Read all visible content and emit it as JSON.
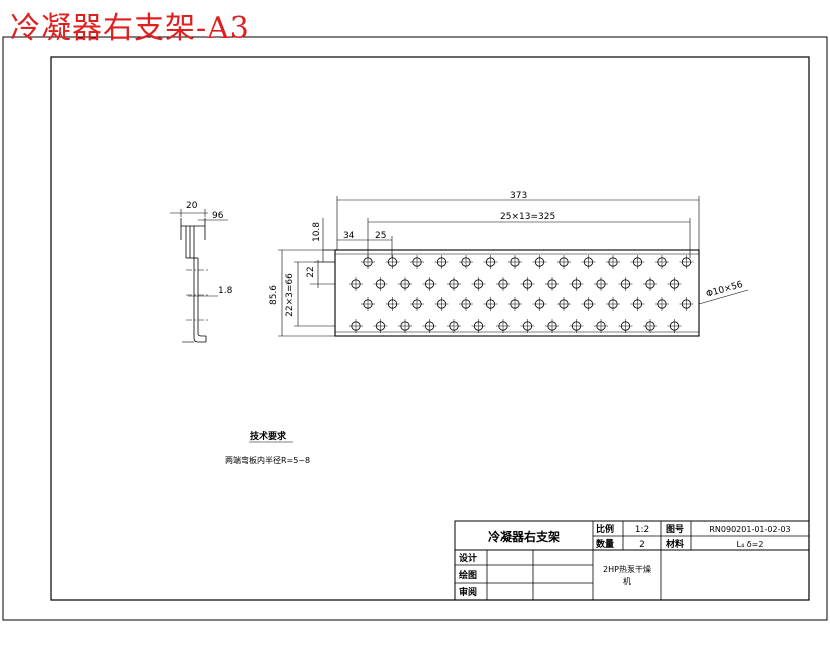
{
  "drawing_title_overlay": "冷凝器右支架-A3",
  "dimensions": {
    "total_length": "373",
    "hole_pitch_run": "25×13=325",
    "edge_offset": "34",
    "hole_pitch": "25",
    "top_margin": "10.8",
    "row_spacing": "22",
    "row_pitch_run": "22×3=66",
    "overall_height": "85.6",
    "hole_spec": "Φ10×56",
    "side_width": "20",
    "side_small": "96",
    "thickness": "1.8"
  },
  "notes": {
    "heading": "技术要求",
    "text": "两端弯板内半径R=5~8"
  },
  "title_block": {
    "part_name": "冷凝器右支架",
    "scale_label": "比例",
    "scale_value": "1:2",
    "drawing_no_label": "图号",
    "drawing_no": "RN090201-01-02-03",
    "quantity_label": "数量",
    "quantity_value": "2",
    "material_label": "材料",
    "material_value": "L₄  δ=2",
    "designer_label": "设计",
    "drafter_label": "绘图",
    "reviewer_label": "审阅",
    "product_name_line1": "2HP热泵干燥",
    "product_name_line2": "机"
  }
}
